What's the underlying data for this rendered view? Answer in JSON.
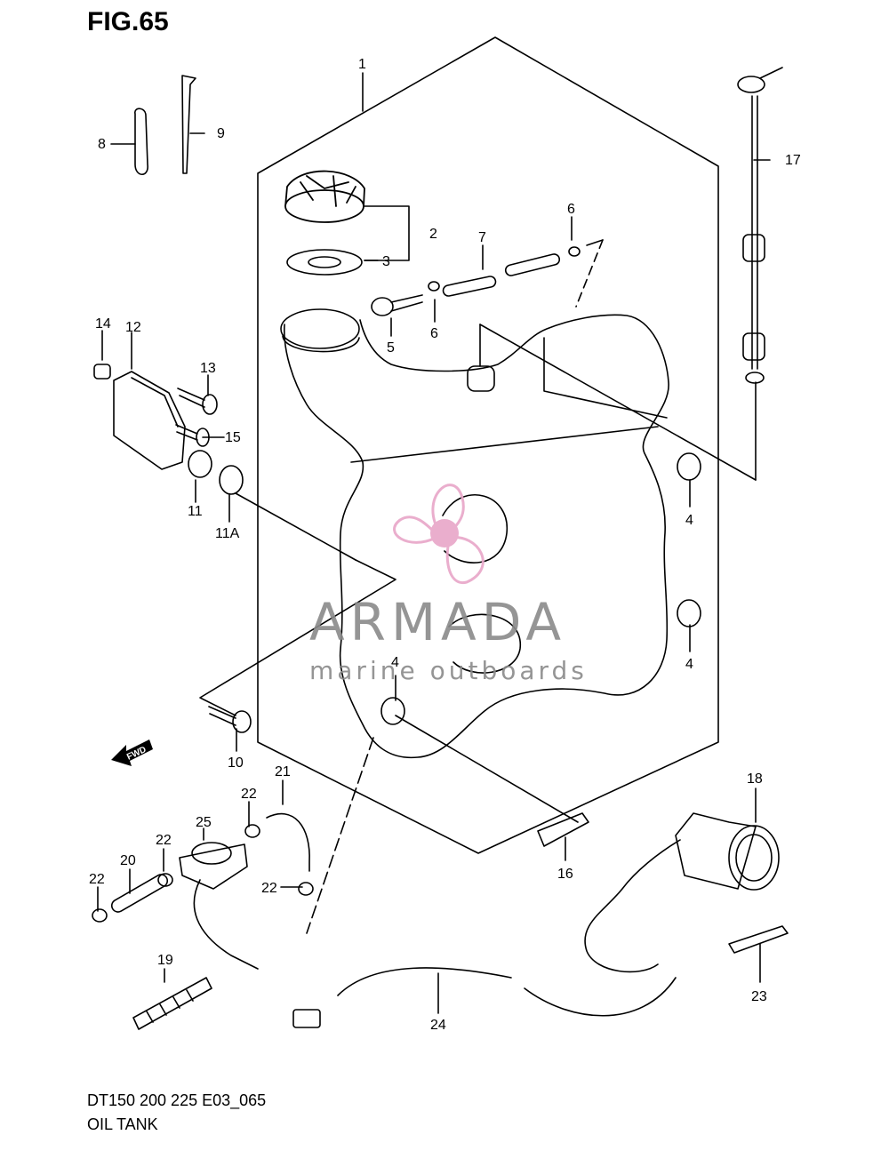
{
  "figure": {
    "title": "FIG.65",
    "model_line": "DT150 200 225 E03_065",
    "name": "OIL TANK"
  },
  "watermark": {
    "brand": "ARMADA",
    "tagline": "marine outboards",
    "accent_color": "#e8a6c8",
    "text_color": "#8a8a8a"
  },
  "fwd_marker": "FWD",
  "callouts": [
    {
      "id": "c1",
      "text": "1"
    },
    {
      "id": "c2",
      "text": "2"
    },
    {
      "id": "c3",
      "text": "3"
    },
    {
      "id": "c4a",
      "text": "4"
    },
    {
      "id": "c4b",
      "text": "4"
    },
    {
      "id": "c4c",
      "text": "4"
    },
    {
      "id": "c5",
      "text": "5"
    },
    {
      "id": "c6a",
      "text": "6"
    },
    {
      "id": "c6b",
      "text": "6"
    },
    {
      "id": "c7",
      "text": "7"
    },
    {
      "id": "c8",
      "text": "8"
    },
    {
      "id": "c9",
      "text": "9"
    },
    {
      "id": "c10",
      "text": "10"
    },
    {
      "id": "c11",
      "text": "11"
    },
    {
      "id": "c11a",
      "text": "11A"
    },
    {
      "id": "c12",
      "text": "12"
    },
    {
      "id": "c13",
      "text": "13"
    },
    {
      "id": "c14",
      "text": "14"
    },
    {
      "id": "c15",
      "text": "15"
    },
    {
      "id": "c16",
      "text": "16"
    },
    {
      "id": "c17",
      "text": "17"
    },
    {
      "id": "c18",
      "text": "18"
    },
    {
      "id": "c19",
      "text": "19"
    },
    {
      "id": "c20",
      "text": "20"
    },
    {
      "id": "c21",
      "text": "21"
    },
    {
      "id": "c22a",
      "text": "22"
    },
    {
      "id": "c22b",
      "text": "22"
    },
    {
      "id": "c22c",
      "text": "22"
    },
    {
      "id": "c22d",
      "text": "22"
    },
    {
      "id": "c23",
      "text": "23"
    },
    {
      "id": "c24",
      "text": "24"
    },
    {
      "id": "c25",
      "text": "25"
    }
  ]
}
